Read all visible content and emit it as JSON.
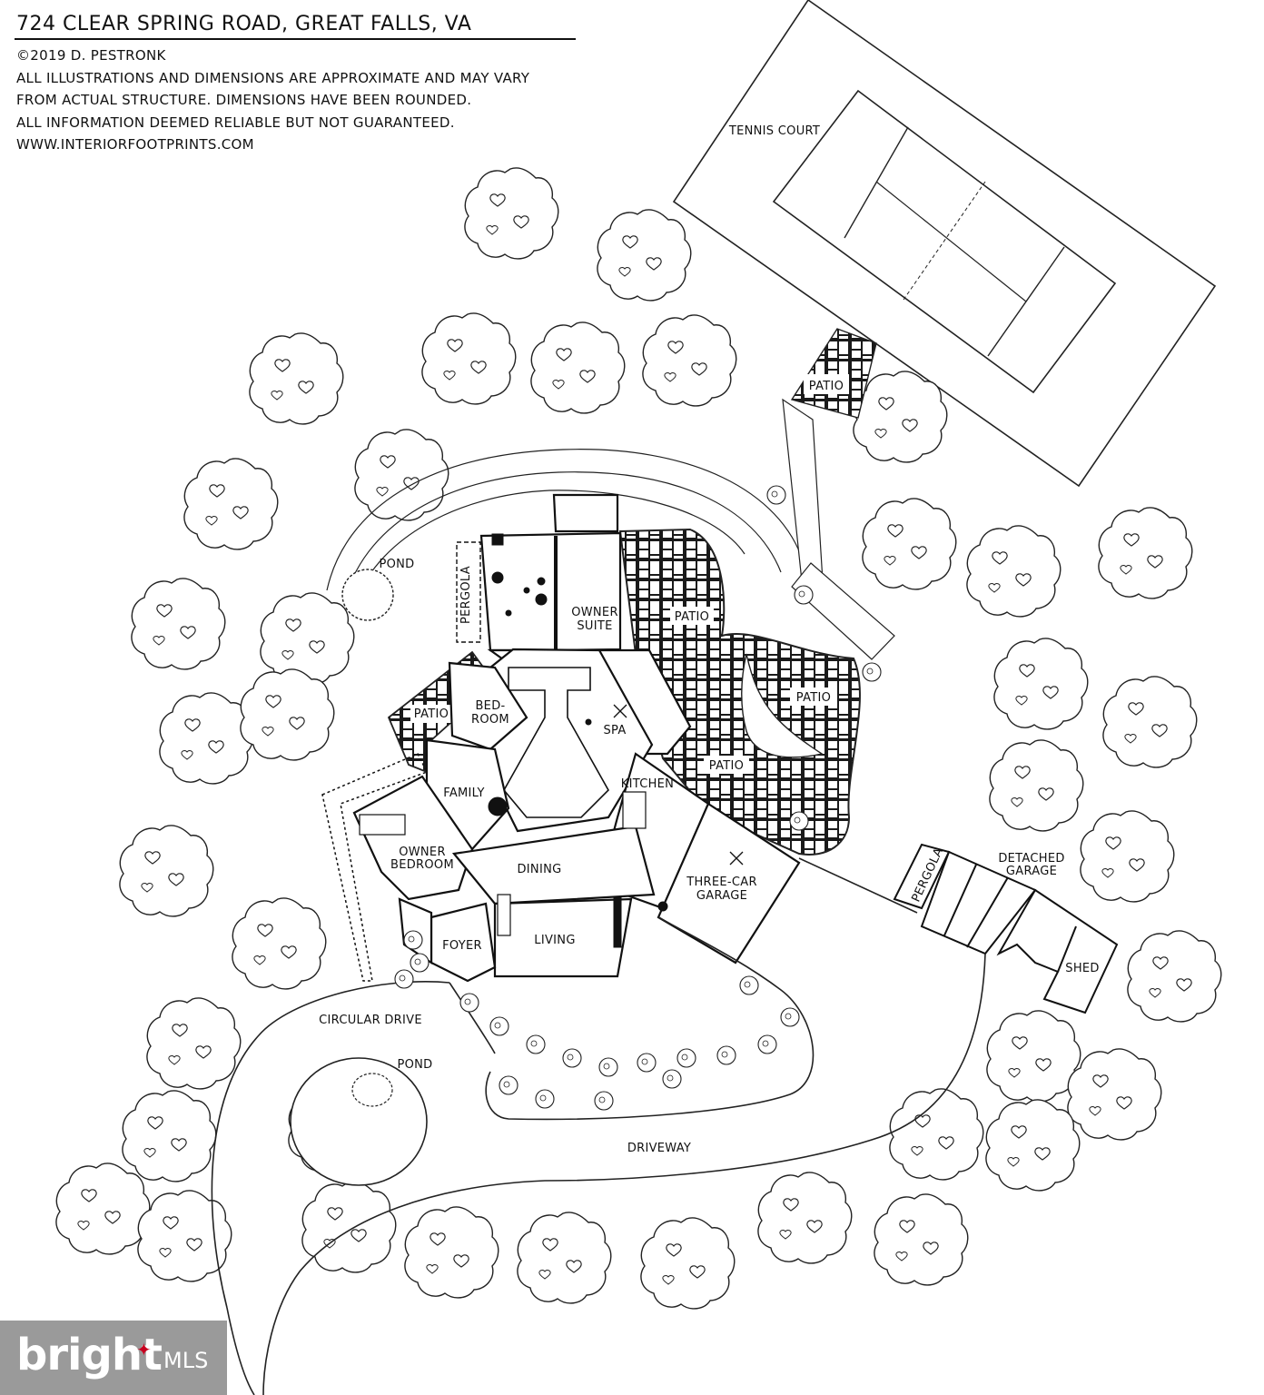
{
  "header": {
    "title": "724 CLEAR SPRING ROAD, GREAT FALLS, VA",
    "notes": [
      "©2019 D. PESTRONK",
      "ALL ILLUSTRATIONS AND DIMENSIONS ARE APPROXIMATE AND MAY VARY",
      "FROM ACTUAL STRUCTURE. DIMENSIONS HAVE BEEN ROUNDED.",
      "ALL INFORMATION DEEMED RELIABLE BUT NOT GUARANTEED.",
      "WWW.INTERIORFOOTPRINTS.COM"
    ]
  },
  "labels": {
    "tennis_court": "TENNIS COURT",
    "patio_court": "PATIO",
    "pond_north": "POND",
    "pergola_west": "PERGOLA",
    "owner_suite_1": "OWNER",
    "owner_suite_2": "SUITE",
    "patio_east_1": "PATIO",
    "patio_east_2": "PATIO",
    "patio_east_3": "PATIO",
    "patio_west": "PATIO",
    "bedroom_1": "BED-",
    "bedroom_2": "ROOM",
    "spa": "SPA",
    "kitchen": "KITCHEN",
    "family": "FAMILY",
    "owner_bedroom_1": "OWNER",
    "owner_bedroom_2": "BEDROOM",
    "dining": "DINING",
    "three_car_1": "THREE-CAR",
    "three_car_2": "GARAGE",
    "pergola_east": "PERGOLA",
    "detached_1": "DETACHED",
    "detached_2": "GARAGE",
    "shed": "SHED",
    "foyer": "FOYER",
    "living": "LIVING",
    "circular_drive": "CIRCULAR DRIVE",
    "pond_south": "POND",
    "driveway": "DRIVEWAY"
  },
  "logo": {
    "text": "bright",
    "suffix": "MLS",
    "background": "#9a9a9a",
    "accent": "#c8001e"
  }
}
